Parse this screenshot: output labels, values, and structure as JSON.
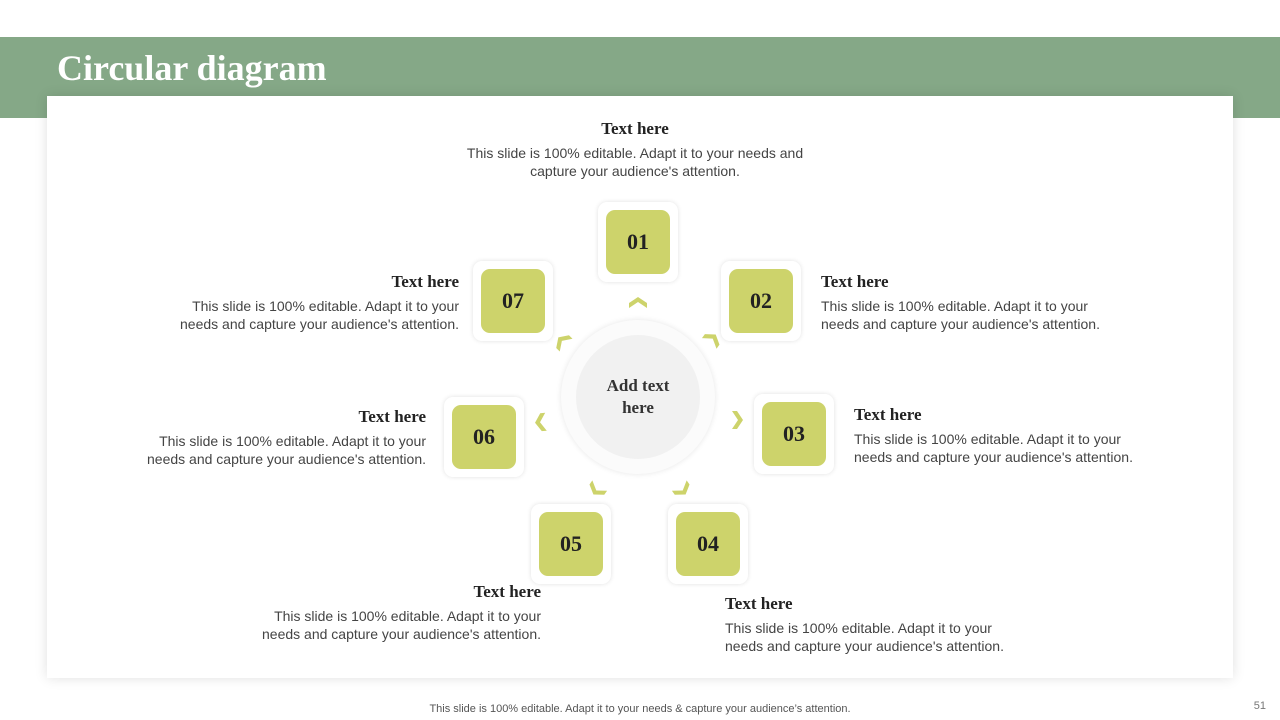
{
  "slide": {
    "title": "Circular diagram",
    "hub_text": "Add text here",
    "footer": "This slide is 100% editable. Adapt it to your needs & capture your audience’s attention.",
    "page_number": "51"
  },
  "colors": {
    "header": "#85a887",
    "node": "#cdd36b",
    "arrow": "#cdd36b",
    "hub": "#f1f1f1"
  },
  "steps": [
    {
      "number": "01",
      "heading": "Text here",
      "body": "This slide is 100% editable. Adapt it to your needs and capture your audience's attention."
    },
    {
      "number": "02",
      "heading": "Text here",
      "body": "This slide is 100% editable. Adapt it to your needs and capture your audience's attention."
    },
    {
      "number": "03",
      "heading": "Text here",
      "body": "This slide is 100% editable. Adapt it to your needs and capture your audience's attention."
    },
    {
      "number": "04",
      "heading": "Text here",
      "body": "This slide is 100% editable. Adapt it to your needs and capture your audience's attention."
    },
    {
      "number": "05",
      "heading": "Text here",
      "body": "This slide is 100% editable. Adapt it to your needs and capture your audience's attention."
    },
    {
      "number": "06",
      "heading": "Text here",
      "body": "This slide is 100% editable. Adapt it to your needs and capture your audience's attention."
    },
    {
      "number": "07",
      "heading": "Text here",
      "body": "This slide is 100% editable. Adapt it to your needs and capture your audience's attention."
    }
  ]
}
